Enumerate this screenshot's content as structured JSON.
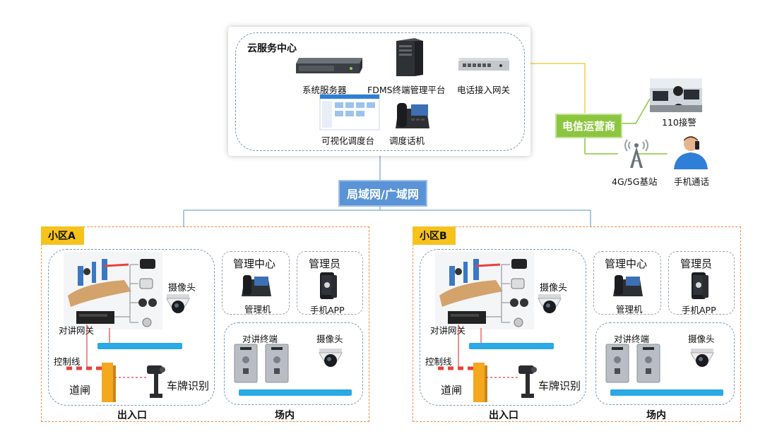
{
  "cloud": {
    "title": "云服务中心",
    "system_server": "系统服务器",
    "fdms_platform": "FDMS终端管理平台",
    "phone_gateway": "电话接入网关",
    "visual_console": "可视化调度台",
    "dispatch_phone": "调度话机"
  },
  "network": {
    "lan_wan": "局域网/广域网"
  },
  "telecom": {
    "operator": "电信运营商",
    "police_110": "110接警",
    "base_station": "4G/5G基站",
    "mobile_call": "手机通话"
  },
  "zones": [
    {
      "name": "小区A",
      "camera": "摄像头",
      "intercom_gateway": "对讲网关",
      "control_line": "控制线",
      "barrier_gate": "道闸",
      "plate_recognition": "车牌识别",
      "entrance": "出入口",
      "management_center": "管理中心",
      "management_unit": "管理机",
      "administrator": "管理员",
      "mobile_app": "手机APP",
      "intercom_terminal": "对讲终端",
      "inner_camera": "摄像头",
      "inner_area": "场内"
    },
    {
      "name": "小区B",
      "camera": "摄像头",
      "intercom_gateway": "对讲网关",
      "control_line": "控制线",
      "barrier_gate": "道闸",
      "plate_recognition": "车牌识别",
      "entrance": "出入口",
      "management_center": "管理中心",
      "management_unit": "管理机",
      "administrator": "管理员",
      "mobile_app": "手机APP",
      "intercom_terminal": "对讲终端",
      "inner_camera": "摄像头",
      "inner_area": "场内"
    }
  ],
  "colors": {
    "network_blue": "#5b94d6",
    "operator_green": "#8cc63f",
    "zone_tag_yellow": "#f6c21c",
    "zone_border_orange": "#f08a4a",
    "bus_bar_blue": "#29a9e6"
  }
}
